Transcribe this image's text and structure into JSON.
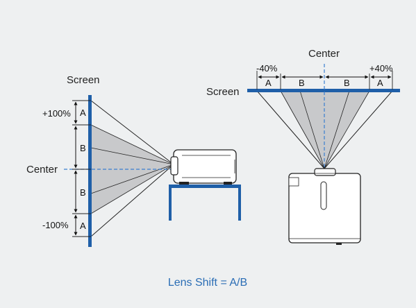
{
  "side_view": {
    "screen_label": "Screen",
    "center_label": "Center",
    "plus_label": "+100%",
    "minus_label": "-100%",
    "a_label": "A",
    "b_label": "B"
  },
  "top_view": {
    "screen_label": "Screen",
    "center_label": "Center",
    "minus_label": "-40%",
    "plus_label": "+40%",
    "a_label": "A",
    "b_label": "B"
  },
  "caption": "Lens Shift = A/B",
  "colors": {
    "screen": "#1f5fa8",
    "dashed": "#3a7fd0",
    "cone": "#c8c9cb",
    "caption": "#2a6db5",
    "background": "#eef0f1"
  }
}
